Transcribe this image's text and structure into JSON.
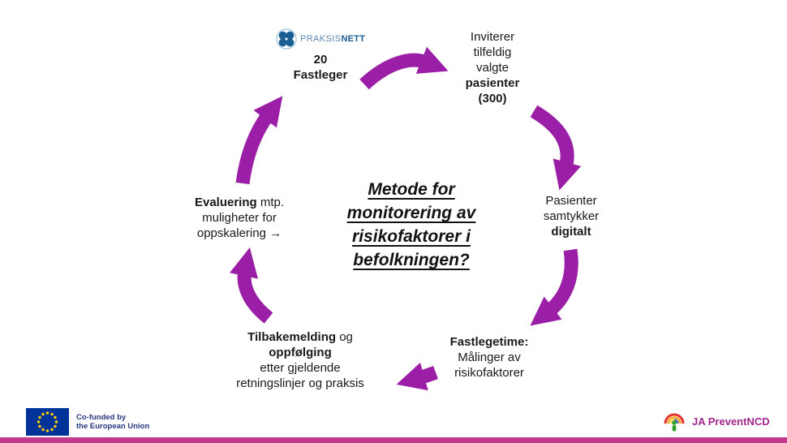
{
  "center_title": {
    "l1": "Metode for",
    "l2": "monitorering av",
    "l3": "risikofaktorer i",
    "l4": "befolkningen?"
  },
  "cycle": {
    "praksisnett": {
      "brand_regular": "PRAKSIS",
      "brand_bold": "NETT"
    },
    "fastleger": {
      "l1": "20",
      "l2": "Fastleger"
    },
    "inviterer": {
      "l1": "Inviterer",
      "l2": "tilfeldig",
      "l3": "valgte",
      "l4": "pasienter",
      "l5": "(300)"
    },
    "samtykker": {
      "l1": "Pasienter",
      "l2": "samtykker",
      "l3": "digitalt"
    },
    "fastlegetime": {
      "l1": "Fastlegetime:",
      "l2": "Målinger av",
      "l3": "risikofaktorer"
    },
    "tilbakemelding": {
      "l1_bold": "Tilbakemelding",
      "l1_reg": " og",
      "l2": "oppfølging",
      "l3": "etter gjeldende",
      "l4": "retningslinjer og praksis"
    },
    "evaluering": {
      "l1_bold": "Evaluering",
      "l1_reg": " mtp.",
      "l2": "muligheter for",
      "l3": "oppskalering →"
    }
  },
  "footer": {
    "eu": {
      "l1": "Co-funded by",
      "l2": "the European Union"
    },
    "ja_label": "JA PreventNCD"
  },
  "icons": {
    "praksisnett_logo": "clover-flower-icon",
    "eu_flag": "eu-flag-icon",
    "ja_logo": "rainbow-person-icon",
    "cycle_arrows": "curved-block-arrow"
  },
  "colors": {
    "arrow": "#9B1EA6",
    "footer_bar": "#C2388F",
    "eu_blue": "#003399",
    "eu_stars": "#FFCC00",
    "eu_text": "#26377E",
    "praksis_blue": "#1B5E94",
    "praksis_light_blue": "#5E89B0",
    "ja_magenta": "#A3258F"
  }
}
